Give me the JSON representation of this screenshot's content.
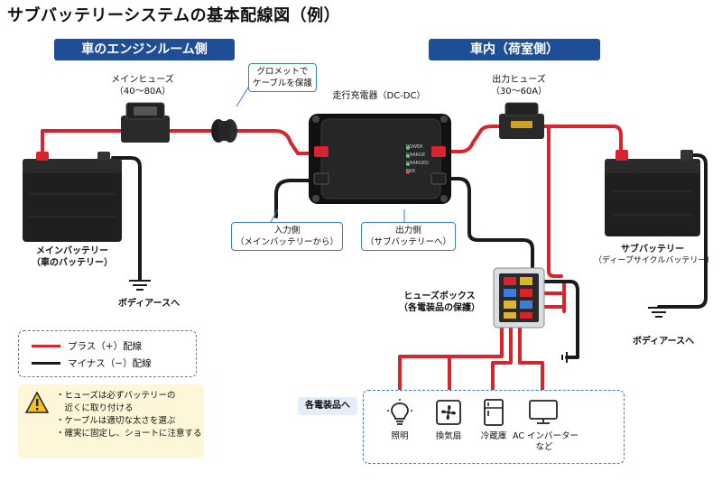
{
  "title": "サブバッテリーシステムの基本配線図（例）",
  "sections": {
    "engine_room": "車のエンジンルーム側",
    "interior": "車内（荷室側）"
  },
  "main_fuse": {
    "name": "メインヒューズ",
    "rating": "（40〜80A）"
  },
  "output_fuse": {
    "name": "出力ヒューズ",
    "rating": "（30〜60A）"
  },
  "grommet": {
    "line1": "グロメットで",
    "line2": "ケーブルを保護"
  },
  "charger": {
    "name": "走行充電器（DC-DC）",
    "led_labels": [
      "POWER",
      "CHARGE",
      "CHARGED",
      "ERR"
    ]
  },
  "input_side": {
    "line1": "入力側",
    "line2": "（メインバッテリーから）"
  },
  "output_side": {
    "line1": "出力側",
    "line2": "（サブバッテリーへ）"
  },
  "main_battery": {
    "line1": "メインバッテリー",
    "line2": "（車のバッテリー）"
  },
  "sub_battery": {
    "line1": "サブバッテリー",
    "line2": "（ディープサイクルバッテリー）"
  },
  "body_earth_left": "ボディアースへ",
  "body_earth_right": "ボディアースへ",
  "fuse_box": {
    "line1": "ヒューズボックス",
    "line2": "（各電装品の保護）"
  },
  "legend": {
    "plus": "プラス（+）配線",
    "minus": "マイナス（−）配線",
    "colors": {
      "plus": "#d9232d",
      "minus": "#1a1a1a"
    }
  },
  "notes": [
    "・ヒューズは必ずバッテリーの",
    "　近くに取り付ける",
    "・ケーブルは適切な太さを選ぶ",
    "・確実に固定し、ショートに注意する"
  ],
  "devices": {
    "tag": "各電装品へ",
    "items": [
      {
        "label": "照明",
        "icon": "light-bulb-icon"
      },
      {
        "label": "換気扇",
        "icon": "fan-icon"
      },
      {
        "label": "冷蔵庫",
        "icon": "fridge-icon"
      },
      {
        "label": "AC インバーター",
        "label2": "など",
        "icon": "monitor-icon"
      }
    ]
  },
  "colors": {
    "accent": "#1f4e96",
    "plus": "#d9232d",
    "minus": "#1a1a1a",
    "callout_border": "#3a7bd5"
  }
}
